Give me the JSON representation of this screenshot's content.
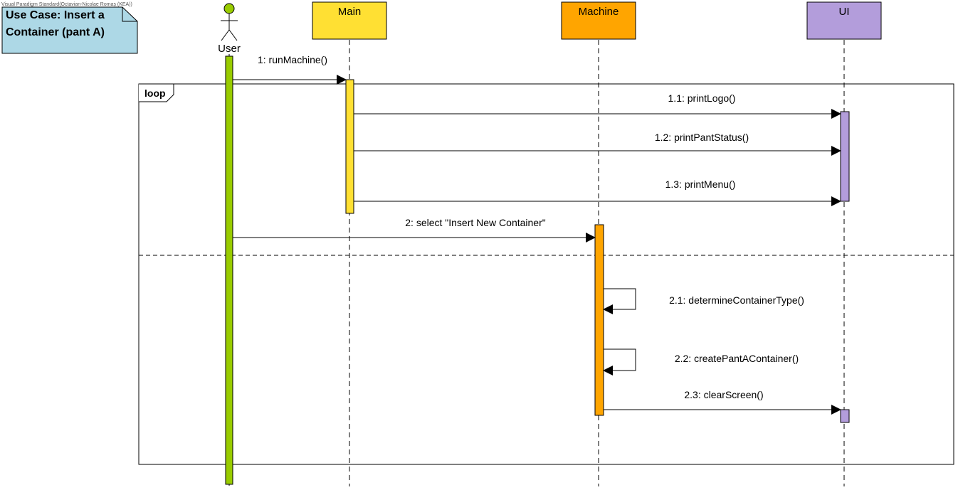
{
  "watermark": "Visual Paradigm Standard(Octavian-Nicolae Romaș (KEA))",
  "note": {
    "line1": "Use Case: Insert a",
    "line2": "Container (pant A)"
  },
  "actor": {
    "name": "User",
    "color": "#99cc00"
  },
  "participants": [
    {
      "key": "main",
      "name": "Main",
      "color": "#ffe033"
    },
    {
      "key": "machine",
      "name": "Machine",
      "color": "#ffa500"
    },
    {
      "key": "ui",
      "name": "UI",
      "color": "#b39ddb"
    }
  ],
  "fragment": {
    "operator": "loop"
  },
  "messages": [
    {
      "label": "1: runMachine()",
      "from": "User",
      "to": "Main"
    },
    {
      "label": "1.1: printLogo()",
      "from": "Main",
      "to": "UI"
    },
    {
      "label": "1.2: printPantStatus()",
      "from": "Main",
      "to": "UI"
    },
    {
      "label": "1.3: printMenu()",
      "from": "Main",
      "to": "UI"
    },
    {
      "label": "2: select \"Insert New Container\"",
      "from": "User",
      "to": "Machine"
    },
    {
      "label": "2.1: determineContainerType()",
      "from": "Machine",
      "to": "Machine"
    },
    {
      "label": "2.2: createPantAContainer()",
      "from": "Machine",
      "to": "Machine"
    },
    {
      "label": "2.3: clearScreen()",
      "from": "Machine",
      "to": "UI"
    }
  ]
}
